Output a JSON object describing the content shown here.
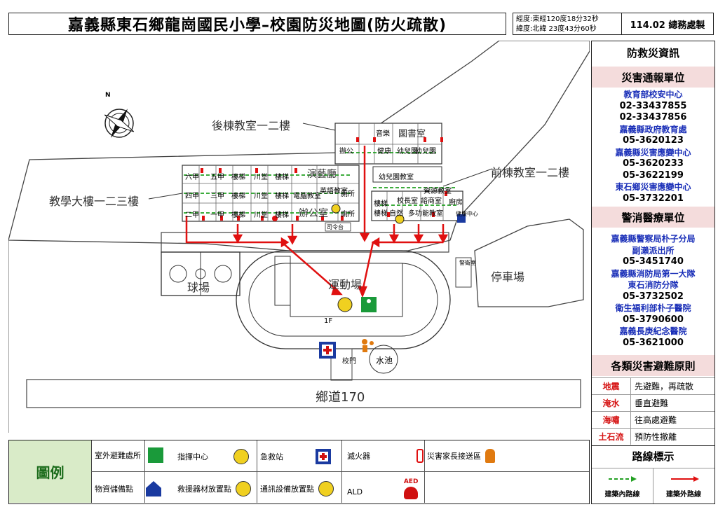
{
  "header": {
    "title": "嘉義縣東石鄉龍崗國民小學–校園防災地圖(防火疏散)",
    "coord_lon": "經度:東經120度18分32秒",
    "coord_lat": "緯度:北緯  23度43分60秒",
    "date": "114.02 總務處製"
  },
  "panel": {
    "title": "防救災資訊",
    "report_title": "災害通報單位",
    "report_units": [
      {
        "text": "教育部校安中心",
        "type": "unit"
      },
      {
        "text": "02-33437855",
        "type": "phone"
      },
      {
        "text": "02-33437856",
        "type": "phone"
      },
      {
        "text": "嘉義縣政府教育處",
        "type": "unit"
      },
      {
        "text": "05-3620123",
        "type": "phone"
      },
      {
        "text": "嘉義縣災害應變中心",
        "type": "unit"
      },
      {
        "text": "05-3620233",
        "type": "phone"
      },
      {
        "text": "05-3622199",
        "type": "phone"
      },
      {
        "text": "東石鄉災害應變中心",
        "type": "unit"
      },
      {
        "text": "05-3732201",
        "type": "phone"
      }
    ],
    "police_title": "警消醫療單位",
    "police_units": [
      {
        "text": "嘉義縣警察局朴子分局",
        "type": "unit"
      },
      {
        "text": "副瀨派出所",
        "type": "unit"
      },
      {
        "text": "05-3451740",
        "type": "phone"
      },
      {
        "text": "嘉義縣消防局第一大隊",
        "type": "unit"
      },
      {
        "text": "東石消防分隊",
        "type": "unit"
      },
      {
        "text": "05-3732502",
        "type": "phone"
      },
      {
        "text": "衛生福利部朴子醫院",
        "type": "unit"
      },
      {
        "text": "05-3790600",
        "type": "phone"
      },
      {
        "text": "嘉義長庚紀念醫院",
        "type": "unit"
      },
      {
        "text": "05-3621000",
        "type": "phone"
      }
    ],
    "rules_title": "各類災害避難原則",
    "rules": [
      {
        "k": "地震",
        "v": "先避難，再疏散"
      },
      {
        "k": "淹水",
        "v": "垂直避難"
      },
      {
        "k": "海嘯",
        "v": "往高處避難"
      },
      {
        "k": "土石流",
        "v": "預防性撤離"
      }
    ],
    "route_title": "路線標示",
    "route_inside": "建築內路線",
    "route_outside": "建築外路線"
  },
  "legend": {
    "title": "圖例",
    "items": [
      "室外避難處所",
      "指揮中心",
      "急救站",
      "滅火器",
      "災害家長接送區",
      "物資儲備點",
      "救援器材放置點",
      "通訊設備放置點",
      "ALD"
    ],
    "aed": "AED"
  },
  "map": {
    "back_building": "後棟教室一二樓",
    "front_building": "前棟教室一二樓",
    "teach_building": "教學大樓一二三樓",
    "court": "球場",
    "playground": "運動場",
    "parking": "停車場",
    "pool": "水池",
    "road": "鄉道170",
    "floor": "1F",
    "gate": "校門",
    "podium": "司令台",
    "performance_hall": "演藝廳",
    "office": "辦公室",
    "toilet1": "廁所",
    "toilet2": "廁所",
    "library": "圖書室",
    "stair1": "樓梯",
    "stair2": "樓梯",
    "stair3": "樓梯",
    "stairs_a": "樓梯",
    "stairs_b": "樓梯",
    "stairs_c": "樓梯",
    "kitchen": "廚房",
    "six_a": "六甲",
    "five_a": "五甲",
    "four_a": "四甲",
    "three_a": "三甲",
    "two_a": "二甲",
    "one_a": "一甲",
    "hall": "川堂",
    "hall2": "川堂",
    "hall3": "川堂",
    "music": "音樂",
    "health": "健康",
    "admin": "辦公",
    "kinder": "幼兒園",
    "kinder2": "幼兒園",
    "kinder_class": "幼兒園教室",
    "multi": "多功能教室",
    "mgmt": "校長室",
    "counsel": "諮商室",
    "secret": "英語教室",
    "gate_room": "警衛室",
    "eng": "電腦教室",
    "nurse": "健康中心",
    "prov": "樓梯",
    "science": "自然",
    "east_post": "樓梯",
    "resource": "資源教室",
    "compass_n": "N"
  }
}
